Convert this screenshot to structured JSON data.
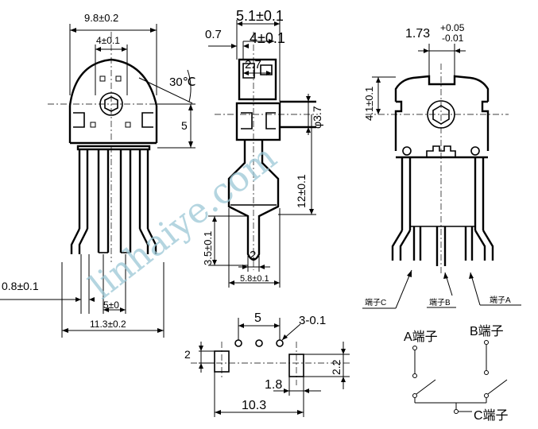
{
  "left_view": {
    "dim_top": "9.8±0.2",
    "dim_inner": "4±0.1",
    "angle": "30℃",
    "dim_height": "5",
    "dim_pin_thk": "0.8±0.1",
    "dim_pitch": "5±0",
    "dim_width": "11.3±0.2"
  },
  "mid_view": {
    "dim_top": "5.1±0.1",
    "dim_left": "0.7",
    "dim_inner": "4±0.1",
    "dim_slot": "2.7",
    "dim_dia": "φ3.7",
    "dim_len": "12±0.1",
    "dim_pin": "3.5±0.1",
    "dim_tip": "2",
    "dim_base": "5.8±0.1"
  },
  "right_view": {
    "dim_shaft_nom": "1.73",
    "dim_shaft_plus": "+0.05",
    "dim_shaft_minus": "-0.01",
    "dim_height": "4.1±0.1",
    "label_c": "端子C",
    "label_b": "端子B",
    "label_a": "端子A"
  },
  "footprint": {
    "dim_pitch": "5",
    "dim_holes": "3-0.1",
    "dim_left": "2",
    "dim_right": "2.2",
    "dim_pad": "1.8",
    "dim_width": "10.3"
  },
  "schematic": {
    "label_a": "A端子",
    "label_b": "B端子",
    "label_c": "C端子"
  },
  "watermark": "linhaiye.com"
}
